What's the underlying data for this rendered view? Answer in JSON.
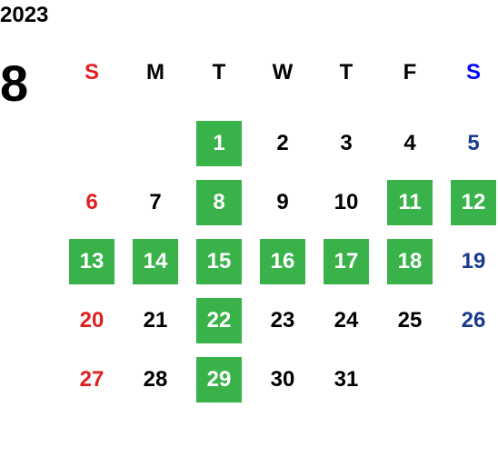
{
  "calendar": {
    "year": "2023",
    "month": "8",
    "weekdays": [
      "S",
      "M",
      "T",
      "W",
      "T",
      "F",
      "S"
    ],
    "highlight_color": "#3ab24a",
    "sunday_color": "#e21f1f",
    "saturday_color": "#1a3a8f",
    "weeks": [
      [
        {
          "d": ""
        },
        {
          "d": ""
        },
        {
          "d": "1",
          "hl": true
        },
        {
          "d": "2"
        },
        {
          "d": "3"
        },
        {
          "d": "4"
        },
        {
          "d": "5"
        }
      ],
      [
        {
          "d": "6"
        },
        {
          "d": "7"
        },
        {
          "d": "8",
          "hl": true
        },
        {
          "d": "9"
        },
        {
          "d": "10"
        },
        {
          "d": "11",
          "hl": true
        },
        {
          "d": "12",
          "hl": true
        }
      ],
      [
        {
          "d": "13",
          "hl": true
        },
        {
          "d": "14",
          "hl": true
        },
        {
          "d": "15",
          "hl": true
        },
        {
          "d": "16",
          "hl": true
        },
        {
          "d": "17",
          "hl": true
        },
        {
          "d": "18",
          "hl": true
        },
        {
          "d": "19"
        }
      ],
      [
        {
          "d": "20"
        },
        {
          "d": "21"
        },
        {
          "d": "22",
          "hl": true
        },
        {
          "d": "23"
        },
        {
          "d": "24"
        },
        {
          "d": "25"
        },
        {
          "d": "26"
        }
      ],
      [
        {
          "d": "27"
        },
        {
          "d": "28"
        },
        {
          "d": "29",
          "hl": true
        },
        {
          "d": "30"
        },
        {
          "d": "31"
        },
        {
          "d": ""
        },
        {
          "d": ""
        }
      ]
    ]
  }
}
